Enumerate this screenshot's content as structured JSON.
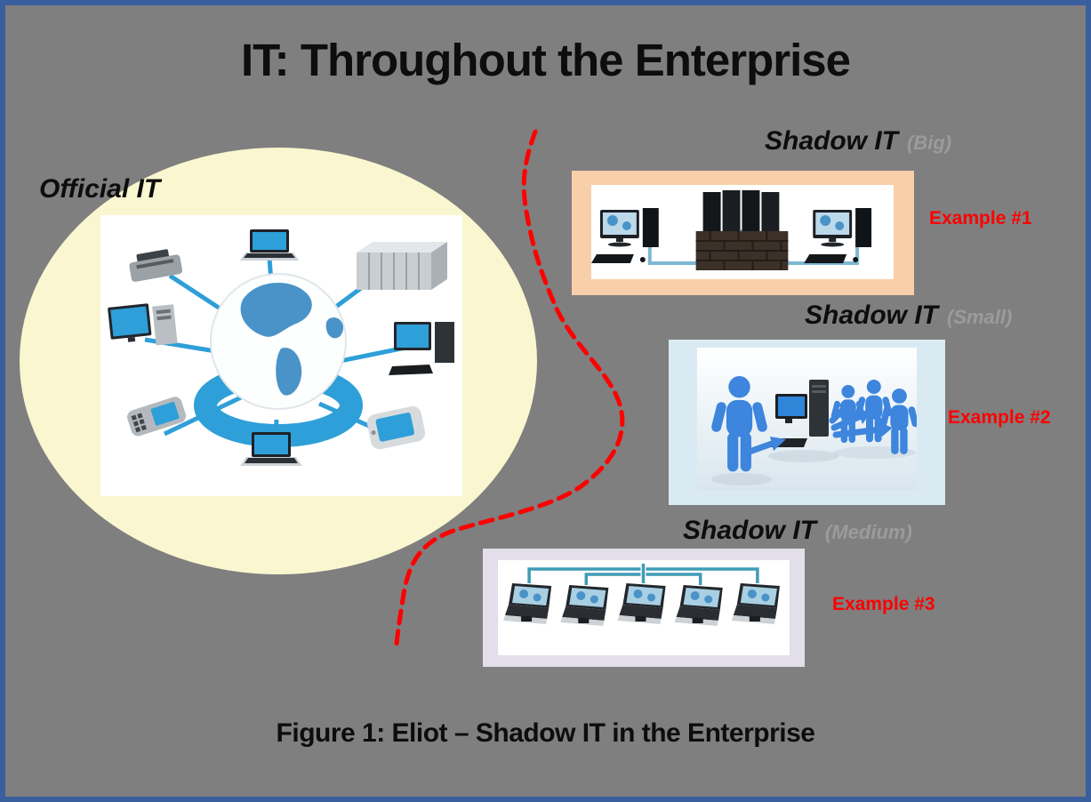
{
  "title": "IT: Throughout the Enterprise",
  "official": {
    "label": "Official IT"
  },
  "shadow": {
    "big": {
      "name": "Shadow IT",
      "size": "(Big)",
      "example": "Example #1"
    },
    "small": {
      "name": "Shadow IT",
      "size": "(Small)",
      "example": "Example #2"
    },
    "medium": {
      "name": "Shadow IT",
      "size": "(Medium)",
      "example": "Example #3"
    }
  },
  "caption": "Figure 1: Eliot – Shadow IT in the Enterprise",
  "colors": {
    "background": "#7f7f7f",
    "border": "#3a5f9e",
    "official_ellipse": "#faf7d0",
    "frame_big": "#f9cfa9",
    "frame_small": "#d9eaf2",
    "frame_medium": "#e2deea",
    "example_red": "#ff0000",
    "divider_red": "#ff0000",
    "size_label_gray": "#9b9b9b",
    "network_blue": "#2e9fd8"
  }
}
